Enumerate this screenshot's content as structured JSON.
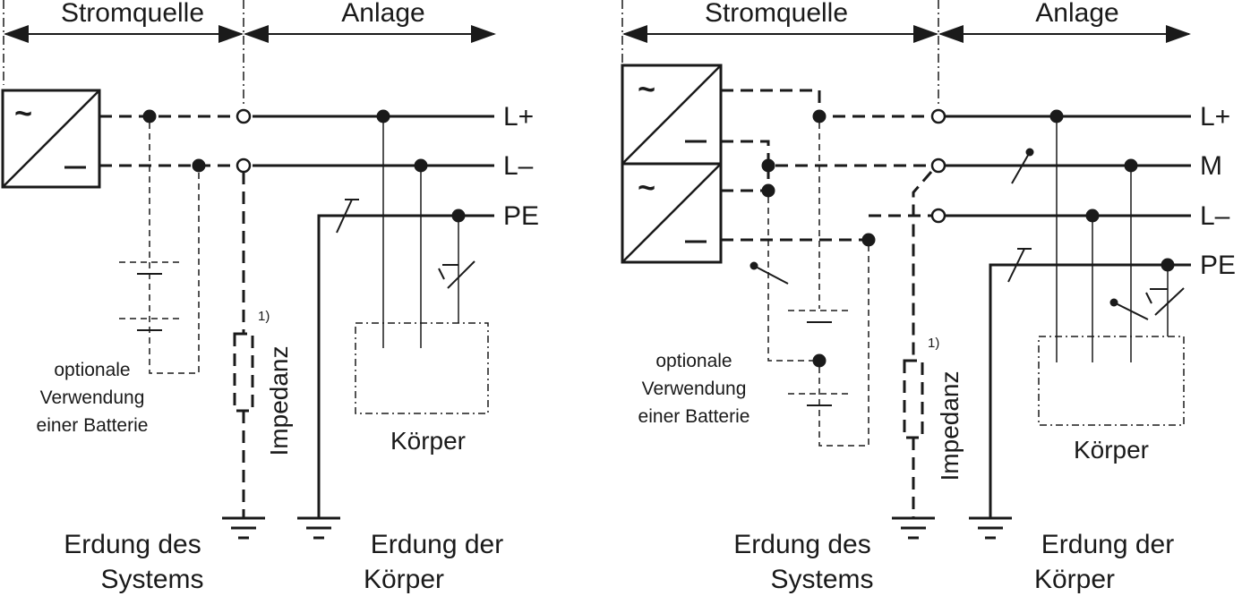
{
  "left_diagram": {
    "header": {
      "source": "Stromquelle",
      "installation": "Anlage"
    },
    "conductors": {
      "l_plus": "L+",
      "l_minus": "L–",
      "pe": "PE"
    },
    "converter": {
      "ac_symbol": "~",
      "dc_symbol": "–"
    },
    "battery_note": [
      "optionale",
      "Verwendung",
      "einer Batterie"
    ],
    "impedance": {
      "label": "Impedanz",
      "footnote": "1)"
    },
    "body_label": "Körper",
    "earthing_system": [
      "Erdung des",
      "Systems"
    ],
    "earthing_bodies": [
      "Erdung der",
      "Körper"
    ]
  },
  "right_diagram": {
    "header": {
      "source": "Stromquelle",
      "installation": "Anlage"
    },
    "conductors": {
      "l_plus": "L+",
      "m": "M",
      "l_minus": "L–",
      "pe": "PE"
    },
    "converter_top": {
      "ac_symbol": "~",
      "dc_symbol": "–"
    },
    "converter_bottom": {
      "ac_symbol": "~",
      "dc_symbol": "–"
    },
    "battery_note": [
      "optionale",
      "Verwendung",
      "einer Batterie"
    ],
    "impedance": {
      "label": "Impedanz",
      "footnote": "1)"
    },
    "body_label": "Körper",
    "earthing_system": [
      "Erdung des",
      "Systems"
    ],
    "earthing_bodies": [
      "Erdung der",
      "Körper"
    ]
  }
}
